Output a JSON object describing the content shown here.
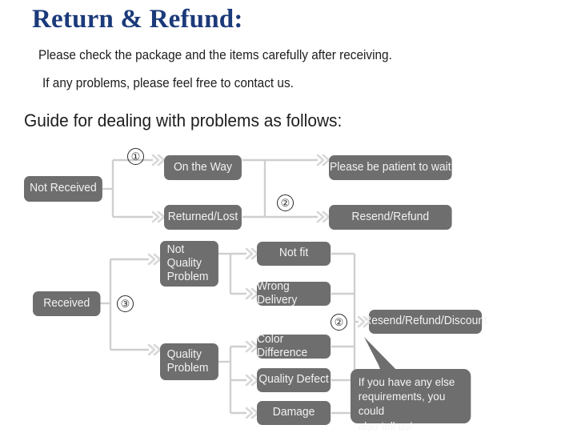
{
  "header": {
    "title": "Return & Refund:",
    "line1": "Please check the package and the items carefully after receiving.",
    "line2": "If any problems, please feel free to contact us.",
    "guide": "Guide for dealing with problems as follows:"
  },
  "colors": {
    "title": "#1b3a7a",
    "box_fill": "#6e6e6e",
    "box_text": "#f2f2f2",
    "connector": "#cfcfcf",
    "background": "#ffffff"
  },
  "flow": {
    "not_received": "Not Received",
    "on_the_way": "On the Way",
    "returned_lost": "Returned/Lost",
    "please_wait": "Please be patient to wait",
    "resend_refund": "Resend/Refund",
    "received": "Received",
    "not_quality_problem": "Not\nQuality\nProblem",
    "quality_problem": "Quality\nProblem",
    "not_fit": "Not fit",
    "wrong_delivery": "Wrong Delivery",
    "color_difference": "Color Difference",
    "quality_defect": "Quality Defect",
    "damage": "Damage",
    "resend_refund_discount": "Resend/Refund/Discount"
  },
  "steps": {
    "one": "①",
    "two_top": "②",
    "three": "③",
    "two_bottom": "②"
  },
  "bubble": {
    "text": "If you have any else\nrequirements, you could\nalso tell us!"
  }
}
